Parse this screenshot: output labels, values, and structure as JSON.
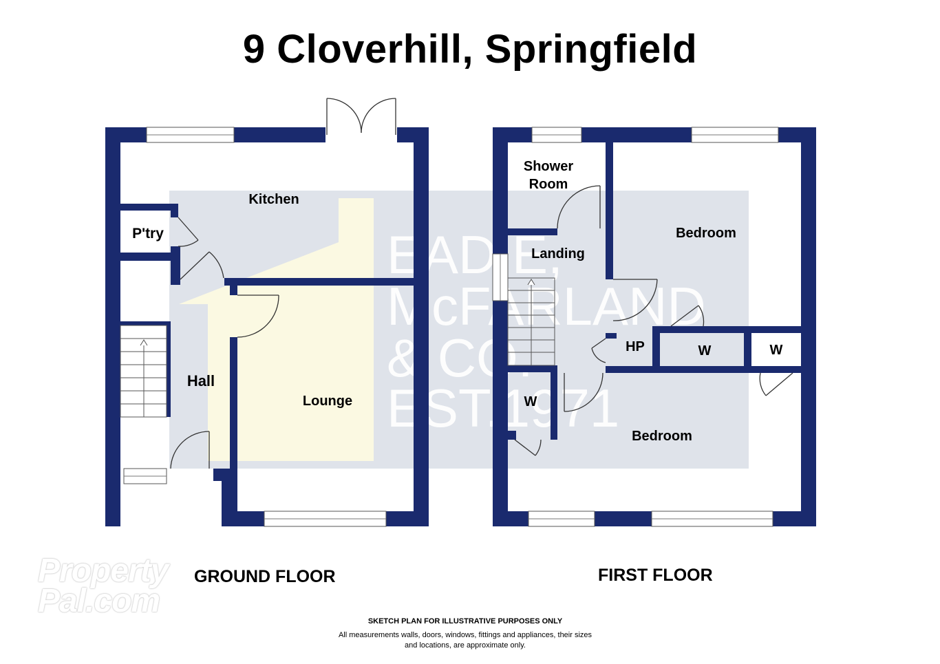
{
  "title": "9 Cloverhill, Springfield",
  "colors": {
    "wall": "#1a2a6e",
    "watermark_band": "#dfe3ea",
    "lounge_highlight": "#fbf9e2",
    "background": "#ffffff"
  },
  "rooms": {
    "kitchen": "Kitchen",
    "pantry": "P'try",
    "hall": "Hall",
    "lounge": "Lounge",
    "shower_room_line1": "Shower",
    "shower_room_line2": "Room",
    "landing": "Landing",
    "bedroom_1": "Bedroom",
    "bedroom_2": "Bedroom",
    "hot_press": "HP",
    "wardrobe_1": "W",
    "wardrobe_2": "W",
    "wardrobe_3": "W"
  },
  "floors": {
    "ground": "GROUND FLOOR",
    "first": "FIRST FLOOR"
  },
  "watermark": {
    "line1": "EADIE,",
    "line2": "McFARLAND",
    "line3": "& CO.",
    "line4": "EST.1971"
  },
  "logo": {
    "line1": "Property",
    "line2": "Pal.com"
  },
  "disclaimer": {
    "title": "SKETCH PLAN FOR ILLUSTRATIVE PURPOSES ONLY",
    "body": "All measurements walls, doors, windows, fittings and appliances, their sizes and locations, are approximate only."
  }
}
